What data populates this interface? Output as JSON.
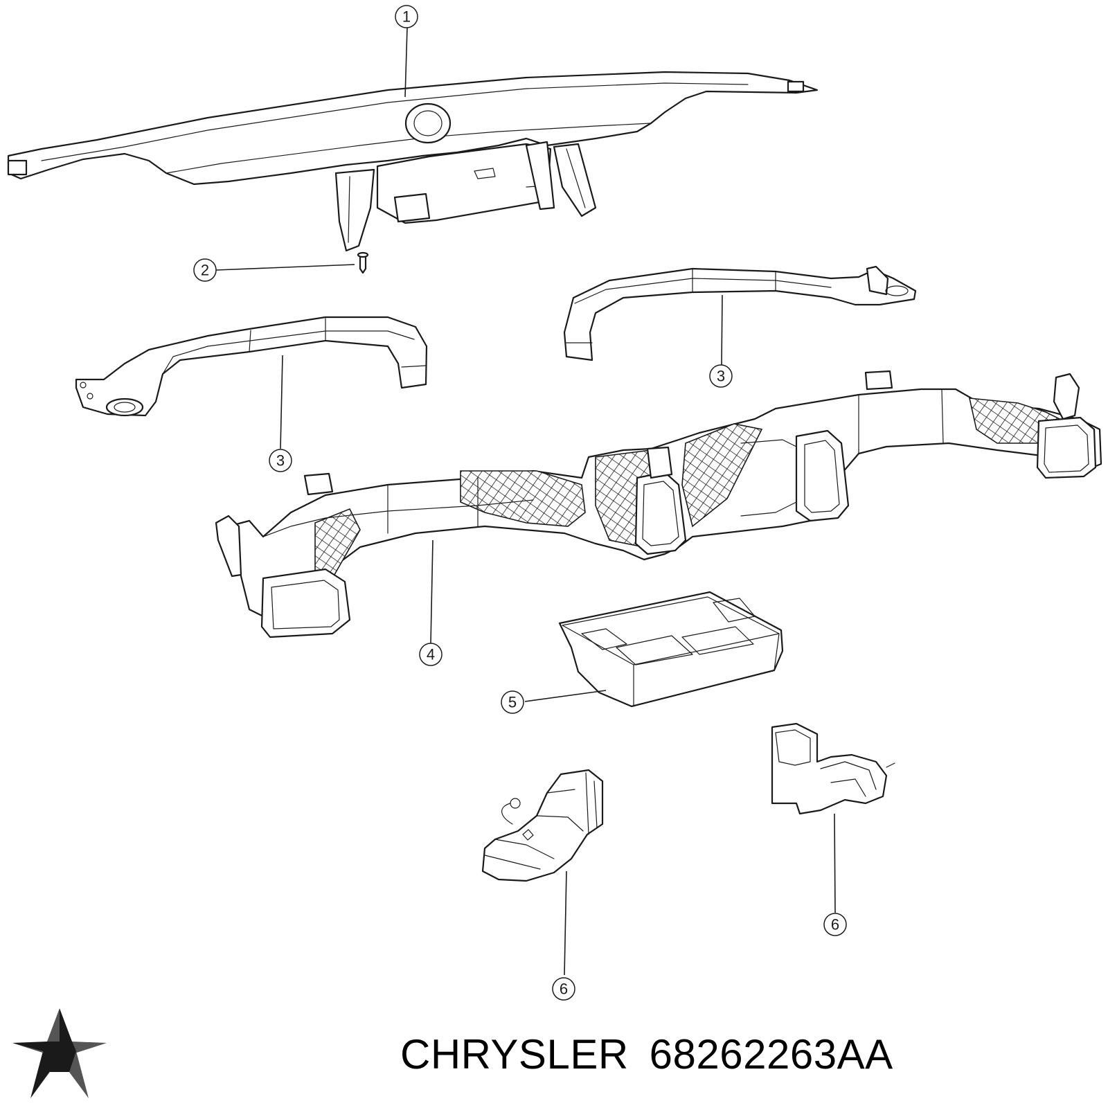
{
  "callouts": [
    "1",
    "2",
    "3",
    "3",
    "4",
    "5",
    "6",
    "6"
  ],
  "caption": {
    "brand": "CHRYSLER",
    "part_number": "68262263AA"
  },
  "colors": {
    "ink": "#1a1a1a",
    "background": "#ffffff"
  },
  "logo_icon": "chrysler-pentastar-icon"
}
